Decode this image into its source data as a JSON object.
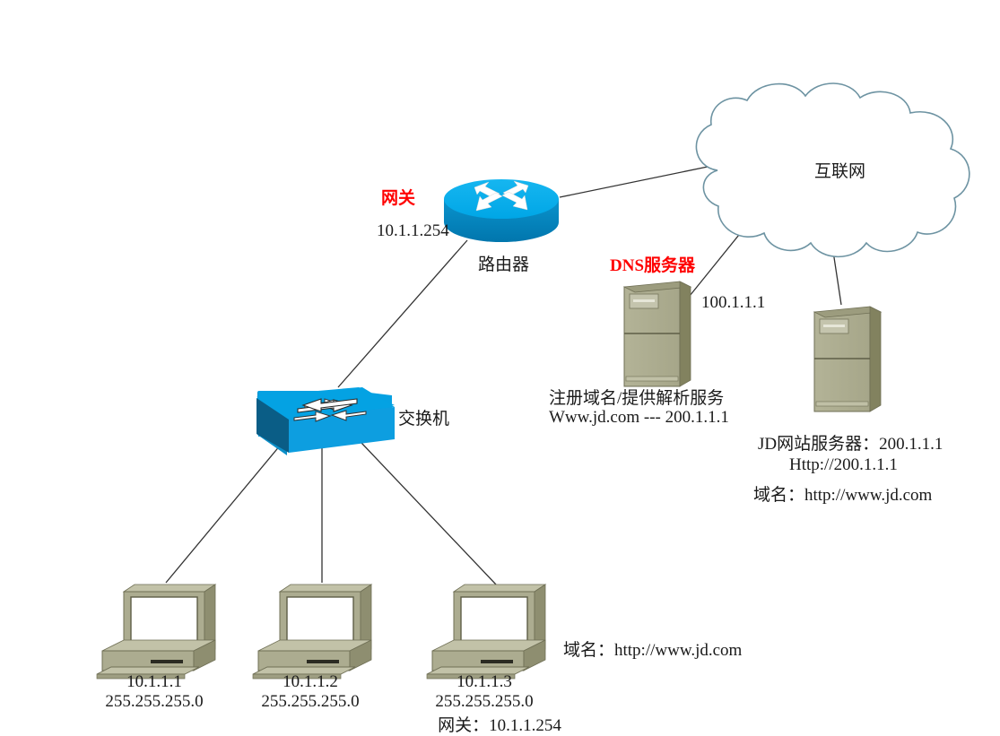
{
  "diagram": {
    "title": "Network topology with DNS resolution",
    "colors": {
      "router_top": "#00aeef",
      "router_side": "#0081bc",
      "switch_top": "#00a0e3",
      "switch_front": "#0d9ee0",
      "switch_side": "#0a5a82",
      "cloud_stroke": "#6d93a2",
      "server_front": "#adad90",
      "server_shade": "#8e8e70",
      "pc_body": "#acac90",
      "line": "#333333",
      "accent_red": "#ff0000",
      "text": "#1a1a1a"
    },
    "nodes": {
      "cloud": {
        "label": "互联网"
      },
      "router": {
        "label": "路由器",
        "gateway_tag": "网关",
        "ip": "10.1.1.254"
      },
      "switch": {
        "label": "交换机"
      },
      "dns_server": {
        "title": "DNS服务器",
        "ip": "100.1.1.1",
        "role": "注册域名/提供解析服务",
        "record": "Www.jd.com --- 200.1.1.1"
      },
      "web_server": {
        "line1": "JD网站服务器：200.1.1.1",
        "line2": "Http://200.1.1.1",
        "line3": "域名：http://www.jd.com"
      },
      "pc1": {
        "ip": "10.1.1.1",
        "mask": "255.255.255.0"
      },
      "pc2": {
        "ip": "10.1.1.2",
        "mask": "255.255.255.0"
      },
      "pc3": {
        "ip": "10.1.1.3",
        "mask": "255.255.255.0",
        "gateway": "网关：10.1.1.254"
      }
    },
    "annotations": {
      "client_domain": "域名：http://www.jd.com"
    },
    "links": [
      {
        "from": "router",
        "to": "cloud"
      },
      {
        "from": "router",
        "to": "switch"
      },
      {
        "from": "cloud",
        "to": "dns_server"
      },
      {
        "from": "cloud",
        "to": "web_server"
      },
      {
        "from": "switch",
        "to": "pc1"
      },
      {
        "from": "switch",
        "to": "pc2"
      },
      {
        "from": "switch",
        "to": "pc3"
      }
    ]
  }
}
